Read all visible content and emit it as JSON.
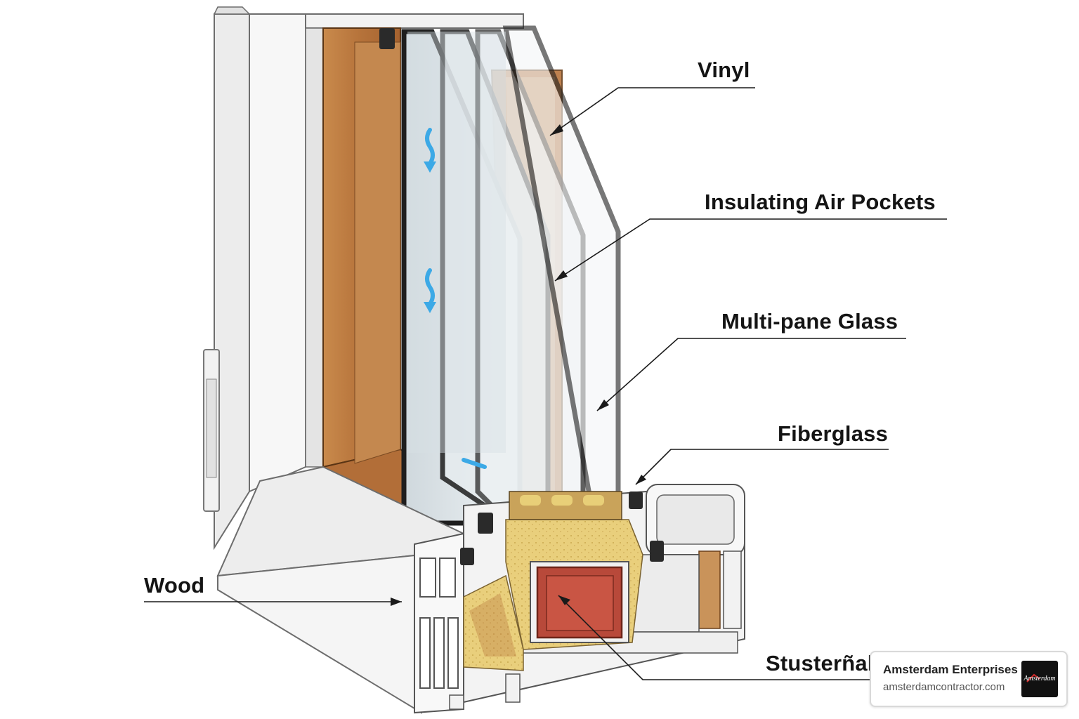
{
  "labels": {
    "vinyl": "Vinyl",
    "air_pockets": "Insulating Air Pockets",
    "glass": "Multi-pane Glass",
    "fiberglass": "Fiberglass",
    "wood": "Wood",
    "sustainable": "Stusterñal"
  },
  "brand": {
    "name": "Amsterdam Enterprises",
    "url": "amsterdamcontractor.com",
    "logo_text": "Amsterdam"
  },
  "colors": {
    "wood": "#b8743c",
    "vinyl_frame": "#e9e9e9",
    "glass": "#dfe6ea",
    "insulation": "#e8cf78",
    "core": "#b8493a",
    "airflow": "#3ca9e6"
  }
}
